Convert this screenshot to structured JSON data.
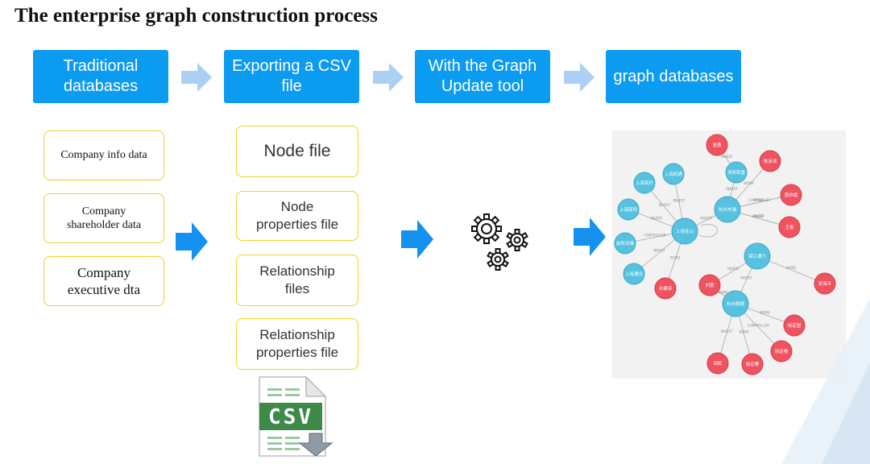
{
  "title": "The enterprise graph construction process",
  "steps": [
    {
      "label": "Traditional\ndatabases"
    },
    {
      "label": "Exporting a CSV\nfile"
    },
    {
      "label": "With the Graph\nUpdate tool"
    },
    {
      "label": "graph databases"
    }
  ],
  "sources": [
    {
      "label": "Company info data"
    },
    {
      "label": "Company\nshareholder data"
    },
    {
      "label": "Company\nexecutive dta"
    }
  ],
  "files": [
    {
      "label": "Node file"
    },
    {
      "label": "Node\nproperties file"
    },
    {
      "label": "Relationship\nfiles"
    },
    {
      "label": "Relationship\nproperties file"
    }
  ],
  "csv_icon": {
    "text": "CSV"
  },
  "icons": {
    "gears": "gears-icon",
    "csv": "csv-file-download-icon",
    "arrow": "right-arrow-icon"
  },
  "colors": {
    "step_blue": "#0b9bf0",
    "box_border": "#f2cf2a",
    "arrow_light": "#abd0f3",
    "arrow_blue": "#1592ef",
    "node_blue": "#56c2df",
    "node_red": "#ef5360",
    "csv_green": "#3e8a49"
  },
  "graph": {
    "nodes": [
      {
        "id": "n1",
        "type": "person",
        "label": "张勇"
      },
      {
        "id": "n2",
        "type": "person",
        "label": "鲁泳涛"
      },
      {
        "id": "n3",
        "type": "company",
        "label": "浙阳铝重"
      },
      {
        "id": "n4",
        "type": "company",
        "label": "上海机通"
      },
      {
        "id": "n5",
        "type": "company",
        "label": "上海佰升"
      },
      {
        "id": "n6",
        "type": "person",
        "label": "黄欣斌"
      },
      {
        "id": "n7",
        "type": "company",
        "label": "杭州东瀚"
      },
      {
        "id": "n8",
        "type": "company",
        "label": "上海南阳"
      },
      {
        "id": "n9",
        "type": "person",
        "label": "王俊"
      },
      {
        "id": "n10",
        "type": "company",
        "label": "上海佳山"
      },
      {
        "id": "n11",
        "type": "company",
        "label": "前所亚佛"
      },
      {
        "id": "n12",
        "type": "company",
        "label": "锦江通乃"
      },
      {
        "id": "n13",
        "type": "company",
        "label": "上海通讯"
      },
      {
        "id": "n14",
        "type": "person",
        "label": "刘勇"
      },
      {
        "id": "n15",
        "type": "person",
        "label": "许建亚"
      },
      {
        "id": "n16",
        "type": "person",
        "label": "吴海平"
      },
      {
        "id": "n17",
        "type": "company",
        "label": "杭州数据"
      },
      {
        "id": "n18",
        "type": "person",
        "label": "徐定国"
      },
      {
        "id": "n19",
        "type": "person",
        "label": "徐定根"
      },
      {
        "id": "n20",
        "type": "person",
        "label": "田虹"
      },
      {
        "id": "n21",
        "type": "person",
        "label": "徐定攀"
      }
    ],
    "edges": [
      {
        "from": "n3",
        "to": "n1",
        "label": "INVEST"
      },
      {
        "from": "n3",
        "to": "n7",
        "label": "INVEST"
      },
      {
        "from": "n2",
        "to": "n7",
        "label": "WORK"
      },
      {
        "from": "n6",
        "to": "n7",
        "label": "WORK"
      },
      {
        "from": "n6",
        "to": "n7",
        "label": "CONTROLLER"
      },
      {
        "from": "n9",
        "to": "n7",
        "label": "WORK"
      },
      {
        "from": "n9",
        "to": "n7",
        "label": "INVEST"
      },
      {
        "from": "n7",
        "to": "n10",
        "label": "INVEST"
      },
      {
        "from": "n4",
        "to": "n10",
        "label": "INVEST"
      },
      {
        "from": "n5",
        "to": "n10",
        "label": "INVEST"
      },
      {
        "from": "n8",
        "to": "n10",
        "label": "INVEST"
      },
      {
        "from": "n11",
        "to": "n10",
        "label": "CONTROLLER"
      },
      {
        "from": "n13",
        "to": "n10",
        "label": "INVEST"
      },
      {
        "from": "n15",
        "to": "n10",
        "label": "WORK"
      },
      {
        "from": "n14",
        "to": "n12",
        "label": "INVEST"
      },
      {
        "from": "n16",
        "to": "n12",
        "label": "WORK"
      },
      {
        "from": "n12",
        "to": "n17",
        "label": "INVEST"
      },
      {
        "from": "n14",
        "to": "n17",
        "label": "WORK"
      },
      {
        "from": "n18",
        "to": "n17",
        "label": "WORK"
      },
      {
        "from": "n19",
        "to": "n17",
        "label": "CONTROLLER"
      },
      {
        "from": "n20",
        "to": "n17",
        "label": "INVEST"
      },
      {
        "from": "n21",
        "to": "n17",
        "label": "WORK"
      }
    ]
  }
}
